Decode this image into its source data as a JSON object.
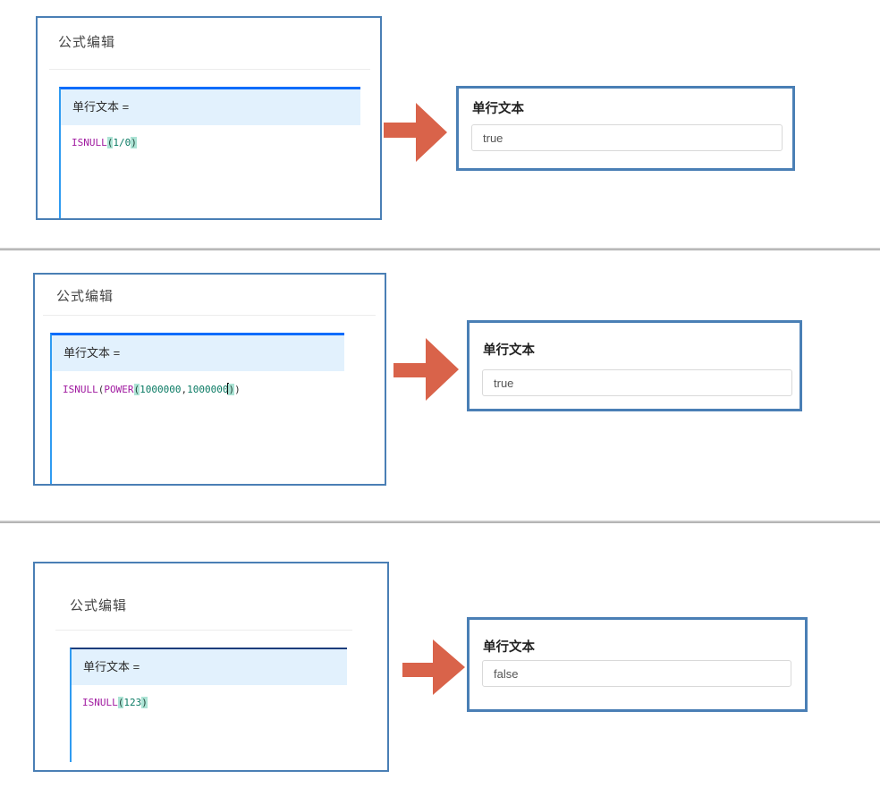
{
  "colors": {
    "panel_border": "#4a7fb5",
    "editor_top_border": "#0a6cfb",
    "editor_top_border_row3": "#1c3d7c",
    "editor_left_border": "#2f9bf1",
    "editor_header_bg": "#e2f1fd",
    "arrow": "#d9634a",
    "keyword": "#a01aa0",
    "number": "#097a63",
    "paren_match_highlight": "#ace4d5",
    "input_border": "#d9d9d9"
  },
  "rows": [
    {
      "panel_title": "公式编辑",
      "field_label": "单行文本 =",
      "formula_text": "ISNULL(1/0)",
      "formula_tokens": [
        {
          "type": "keyword",
          "text": "ISNULL"
        },
        {
          "type": "paren-match",
          "text": "("
        },
        {
          "type": "number",
          "text": "1/0"
        },
        {
          "type": "paren-match",
          "text": ")"
        }
      ],
      "result_label": "单行文本",
      "result_value": "true"
    },
    {
      "panel_title": "公式编辑",
      "field_label": "单行文本 =",
      "formula_text": "ISNULL(POWER(1000000,1000000))",
      "formula_tokens": [
        {
          "type": "keyword",
          "text": "ISNULL"
        },
        {
          "type": "paren",
          "text": "("
        },
        {
          "type": "keyword",
          "text": "POWER"
        },
        {
          "type": "paren-match",
          "text": "("
        },
        {
          "type": "number",
          "text": "1000000"
        },
        {
          "type": "plain",
          "text": ","
        },
        {
          "type": "number",
          "text": "1000000"
        },
        {
          "type": "cursor",
          "text": ""
        },
        {
          "type": "paren-match",
          "text": ")"
        },
        {
          "type": "paren",
          "text": ")"
        }
      ],
      "result_label": "单行文本",
      "result_value": "true"
    },
    {
      "panel_title": "公式编辑",
      "field_label": "单行文本 =",
      "formula_text": "ISNULL(123)",
      "formula_tokens": [
        {
          "type": "keyword",
          "text": "ISNULL"
        },
        {
          "type": "paren-match",
          "text": "("
        },
        {
          "type": "number",
          "text": "123"
        },
        {
          "type": "paren-match",
          "text": ")"
        }
      ],
      "result_label": "单行文本",
      "result_value": "false"
    }
  ]
}
